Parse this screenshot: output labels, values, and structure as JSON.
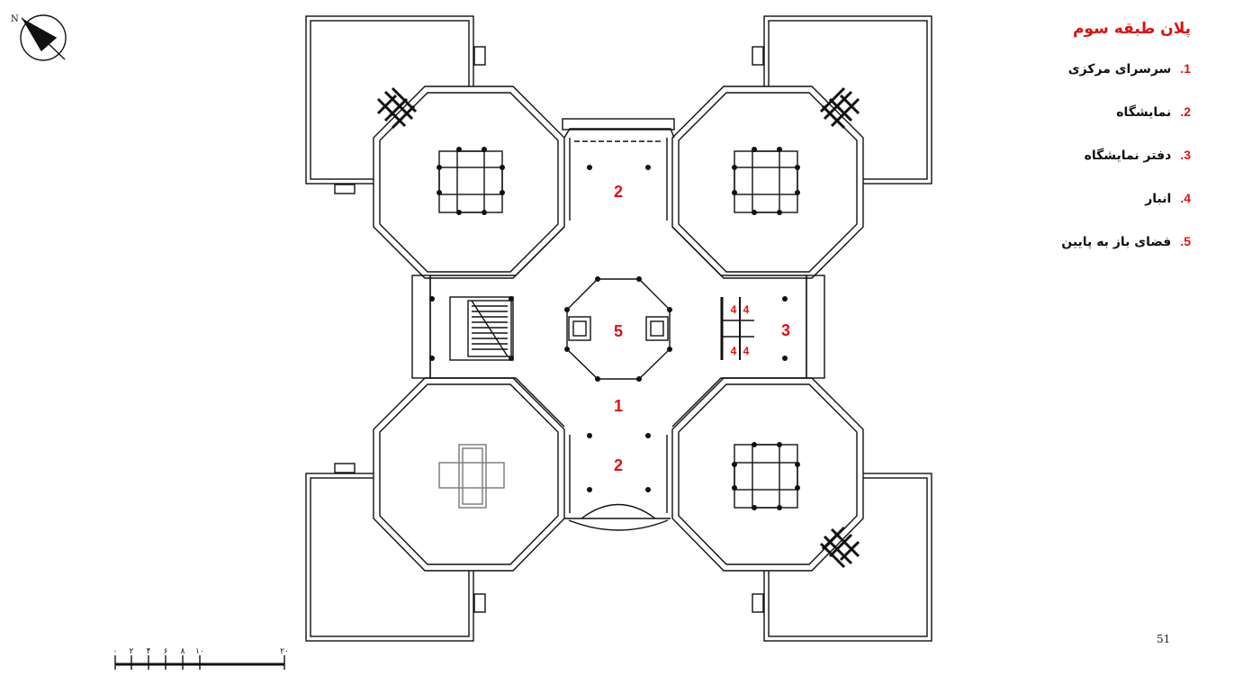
{
  "legend": {
    "title": "پلان طبقه سوم",
    "items": [
      {
        "num": "1.",
        "label": "سرسرای مرکزی"
      },
      {
        "num": "2.",
        "label": "نمایشگاه"
      },
      {
        "num": "3.",
        "label": "دفتر نمایشگاه"
      },
      {
        "num": "4.",
        "label": "انبار"
      },
      {
        "num": "5.",
        "label": "فضای باز به پایین"
      }
    ]
  },
  "plan_labels": {
    "hall": "1",
    "exhibition_top": "2",
    "exhibition_bottom": "2",
    "office": "3",
    "void": "5",
    "storage": [
      "4",
      "4",
      "4",
      "4"
    ]
  },
  "compass": {
    "north": "N"
  },
  "scale_bar": {
    "ticks": [
      "۰",
      "۲",
      "۴",
      "۶",
      "۸",
      "۱۰",
      "۲۰"
    ]
  },
  "page_number": "51",
  "colors": {
    "accent": "#e01010",
    "line": "#111111"
  }
}
